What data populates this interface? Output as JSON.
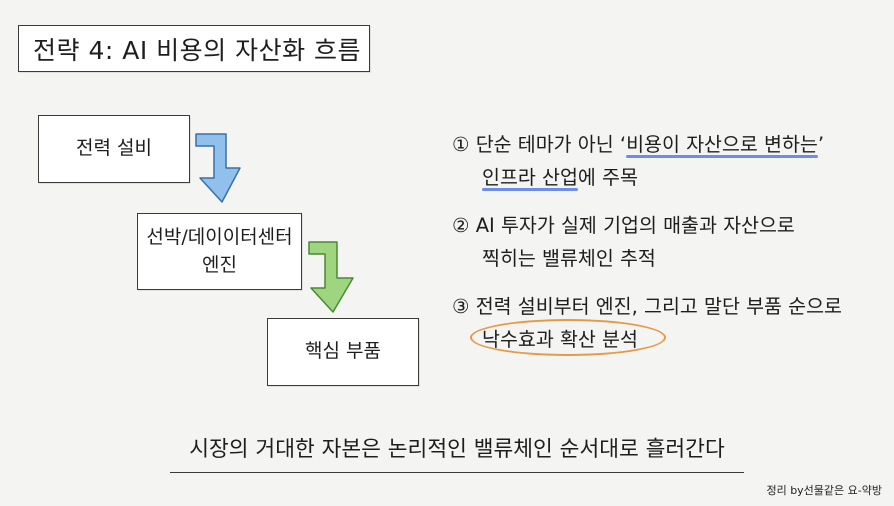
{
  "title": "전략 4: AI 비용의 자산화 흐름",
  "flow": {
    "boxes": [
      {
        "lines": [
          "전력 설비"
        ]
      },
      {
        "lines": [
          "선박/데이이터센터",
          "엔진"
        ]
      },
      {
        "lines": [
          "핵심 부품"
        ]
      }
    ],
    "arrow_colors": [
      "#7eb6ea",
      "#8fcf6a"
    ]
  },
  "points": [
    {
      "number": "①",
      "line1_pre": "단순 테마가 아닌 ‘",
      "line1_highlight": "비용이 자산으로 변하는",
      "line1_post": "’",
      "line2_highlight": "인프라 산업",
      "line2_post": "에 주목"
    },
    {
      "number": "②",
      "line1": "AI 투자가 실제 기업의 매출과 자산으로",
      "line2": "찍히는 밸류체인 추적"
    },
    {
      "number": "③",
      "line1": "전력 설비부터 엔진, 그리고 말단 부품 순으로",
      "line2_highlight": "낙수효과 확산 분석"
    }
  ],
  "summary": "시장의 거대한 자본은 논리적인 밸류체인 순서대로 흘러간다",
  "credit": "정리 by선물같은 요-약방",
  "colors": {
    "underline": "#6c8ee8",
    "circle": "#e59a4a"
  }
}
